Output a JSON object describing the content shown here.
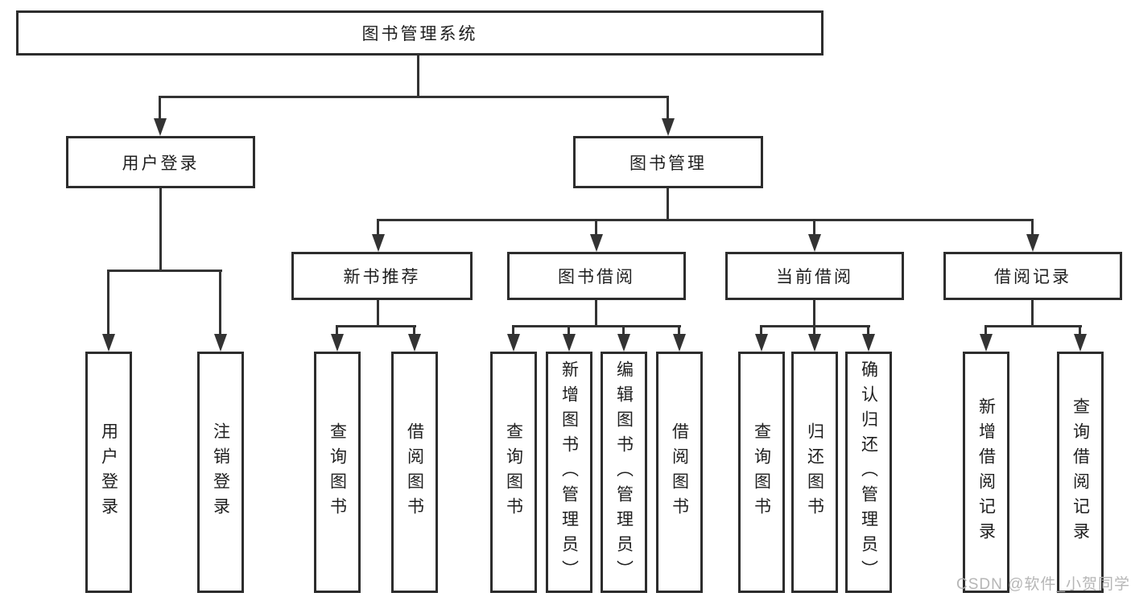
{
  "tree": {
    "root": "图书管理系统",
    "user_login": {
      "label": "用户登录",
      "leaves": [
        "用户登录",
        "注销登录"
      ]
    },
    "book_mgmt": {
      "label": "图书管理",
      "sections": {
        "new_book": {
          "label": "新书推荐",
          "leaves": [
            "查询图书",
            "借阅图书"
          ]
        },
        "borrow": {
          "label": "图书借阅",
          "leaves": [
            "查询图书",
            "新增图书（管理员）",
            "编辑图书（管理员）",
            "借阅图书"
          ]
        },
        "current": {
          "label": "当前借阅",
          "leaves": [
            "查询图书",
            "归还图书",
            "确认归还（管理员）"
          ]
        },
        "records": {
          "label": "借阅记录",
          "leaves": [
            "新增借阅记录",
            "查询借阅记录"
          ]
        }
      }
    }
  },
  "watermark": {
    "text": "CSDN @软件_小贺同学"
  },
  "colors": {
    "line": "#333333",
    "box_border": "#2d2d2d",
    "text": "#1f1f1f",
    "watermark": "#b2b2b2",
    "background": "#ffffff"
  }
}
